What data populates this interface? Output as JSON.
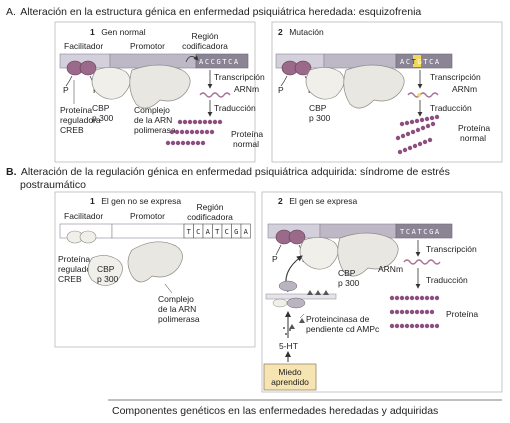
{
  "section_a": {
    "letter": "A.",
    "title": "Alteración en la estructura génica en enfermedad psiquiátrica heredada: esquizofrenia",
    "panel1": {
      "number": "1",
      "title": "Gen normal",
      "facilitador": "Facilitador",
      "promotor": "Promotor",
      "region_line1": "Región",
      "region_line2": "codificadora",
      "sequence": "ACCGTCA",
      "p": "P",
      "creb_line1": "Proteína",
      "creb_line2": "reguladora",
      "creb_line3": "CREB",
      "cbp_line1": "CBP",
      "cbp_line2": "p 300",
      "pol_line1": "Complejo",
      "pol_line2": "de la ARN",
      "pol_line3": "polimerasa",
      "transcripcion": "Transcripción",
      "arnm": "ARNm",
      "traduccion": "Traducción",
      "proteina_line1": "Proteína",
      "proteina_line2": "normal"
    },
    "panel2": {
      "number": "2",
      "title": "Mutación",
      "seq_before": "AC",
      "seq_mut": "T",
      "seq_after": "GTCA",
      "p": "P",
      "cbp_line1": "CBP",
      "cbp_line2": "p 300",
      "transcripcion": "Transcripción",
      "arnm": "ARNm",
      "traduccion": "Traducción",
      "proteina_line1": "Proteína",
      "proteina_line2": "normal"
    }
  },
  "section_b": {
    "letter": "B.",
    "title_line1": "Alteración de la regulación génica en enfermedad psiquiátrica adquirida: síndrome de estrés",
    "title_line2": "postraumático",
    "panel1": {
      "number": "1",
      "title": "El gen no se expresa",
      "facilitador": "Facilitador",
      "promotor": "Promotor",
      "region_line1": "Región",
      "region_line2": "codificadora",
      "sequence": [
        "T",
        "C",
        "A",
        "T",
        "C",
        "G",
        "A"
      ],
      "creb_line1": "Proteína",
      "creb_line2": "reguladora",
      "creb_line3": "CREB",
      "cbp_line1": "CBP",
      "cbp_line2": "p 300",
      "pol_line1": "Complejo",
      "pol_line2": "de la ARN",
      "pol_line3": "polimerasa"
    },
    "panel2": {
      "number": "2",
      "title": "El gen se expresa",
      "sequence": "TCATCGA",
      "p": "P",
      "cbp_line1": "CBP",
      "cbp_line2": "p 300",
      "transcripcion": "Transcripción",
      "arnm": "ARNm",
      "traduccion": "Traducción",
      "proteina": "Proteína",
      "kinase_line1": "Proteincinasa de",
      "kinase_line2": "pendiente cd AMPc",
      "ht": "5-HT",
      "miedo_line1": "Miedo",
      "miedo_line2": "aprendido"
    }
  },
  "caption": "Componentes genéticos en las enfermedades heredadas y adquiridas",
  "colors": {
    "dna_grey": "#d4d0db",
    "coding_dark": "#8a8494",
    "creb_purple": "#9b6a8a",
    "mrna_wave": "#a86f94",
    "protein_bead": "#8c4f80",
    "panel_border": "#b9b9b9",
    "mutation_yellow": "#f2d95a",
    "miedo_box": "#f7e4b3"
  }
}
